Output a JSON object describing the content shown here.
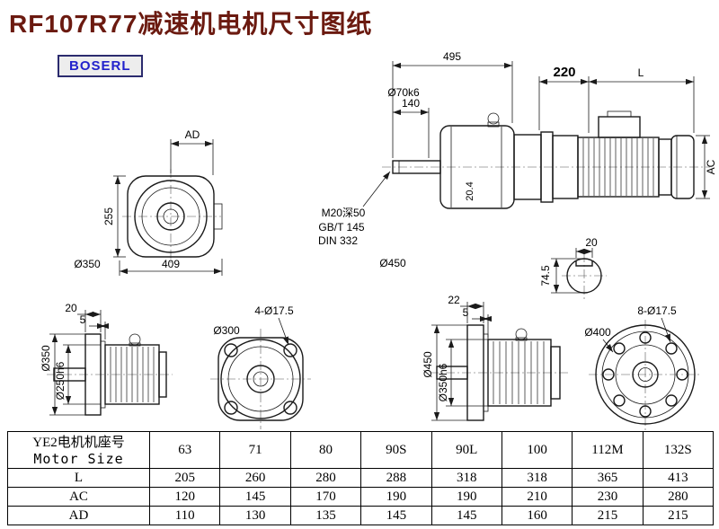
{
  "colors": {
    "title_text": "#6b1a10",
    "logo_text": "#2222cc",
    "logo_border": "#2b2b6e",
    "drawing_line": "#1a1a1a"
  },
  "title": "RF107R77减速机电机尺寸图纸",
  "logo": "BOSERL",
  "drawing": {
    "front_view": {
      "ad": "AD",
      "height": "255",
      "width": "409",
      "dia": "Ø350"
    },
    "side_view": {
      "len_495": "495",
      "len_140": "140",
      "shaft_dia": "Ø70k6",
      "len_220": "220",
      "len_l": "L",
      "ac": "AC",
      "key_20_4": "20.4",
      "note_m20": "M20深50",
      "note_gbt": "GB/T 145",
      "note_din": "DIN 332",
      "flange_dia": "Ø450",
      "key_w": "20",
      "section_dia": "74.5"
    },
    "flange_side_small": {
      "t20": "20",
      "t5": "5",
      "dia_outer": "Ø350",
      "dia_fit": "Ø250h6"
    },
    "flange_front_small": {
      "holes": "4-Ø17.5",
      "dia": "Ø300"
    },
    "flange_side_large": {
      "t22": "22",
      "t5": "5",
      "dia_outer": "Ø450",
      "dia_fit": "Ø350h6"
    },
    "flange_front_large": {
      "holes": "8-Ø17.5",
      "dia": "Ø400"
    }
  },
  "table": {
    "header_cn": "YE2电机机座号",
    "header_en": "Motor Size",
    "sizes": [
      "63",
      "71",
      "80",
      "90S",
      "90L",
      "100",
      "112M",
      "132S"
    ],
    "rows": [
      {
        "label": "L",
        "values": [
          "205",
          "260",
          "280",
          "288",
          "318",
          "318",
          "365",
          "413"
        ]
      },
      {
        "label": "AC",
        "values": [
          "120",
          "145",
          "170",
          "190",
          "190",
          "210",
          "230",
          "280"
        ]
      },
      {
        "label": "AD",
        "values": [
          "110",
          "130",
          "135",
          "145",
          "145",
          "160",
          "215",
          "215"
        ]
      }
    ]
  }
}
